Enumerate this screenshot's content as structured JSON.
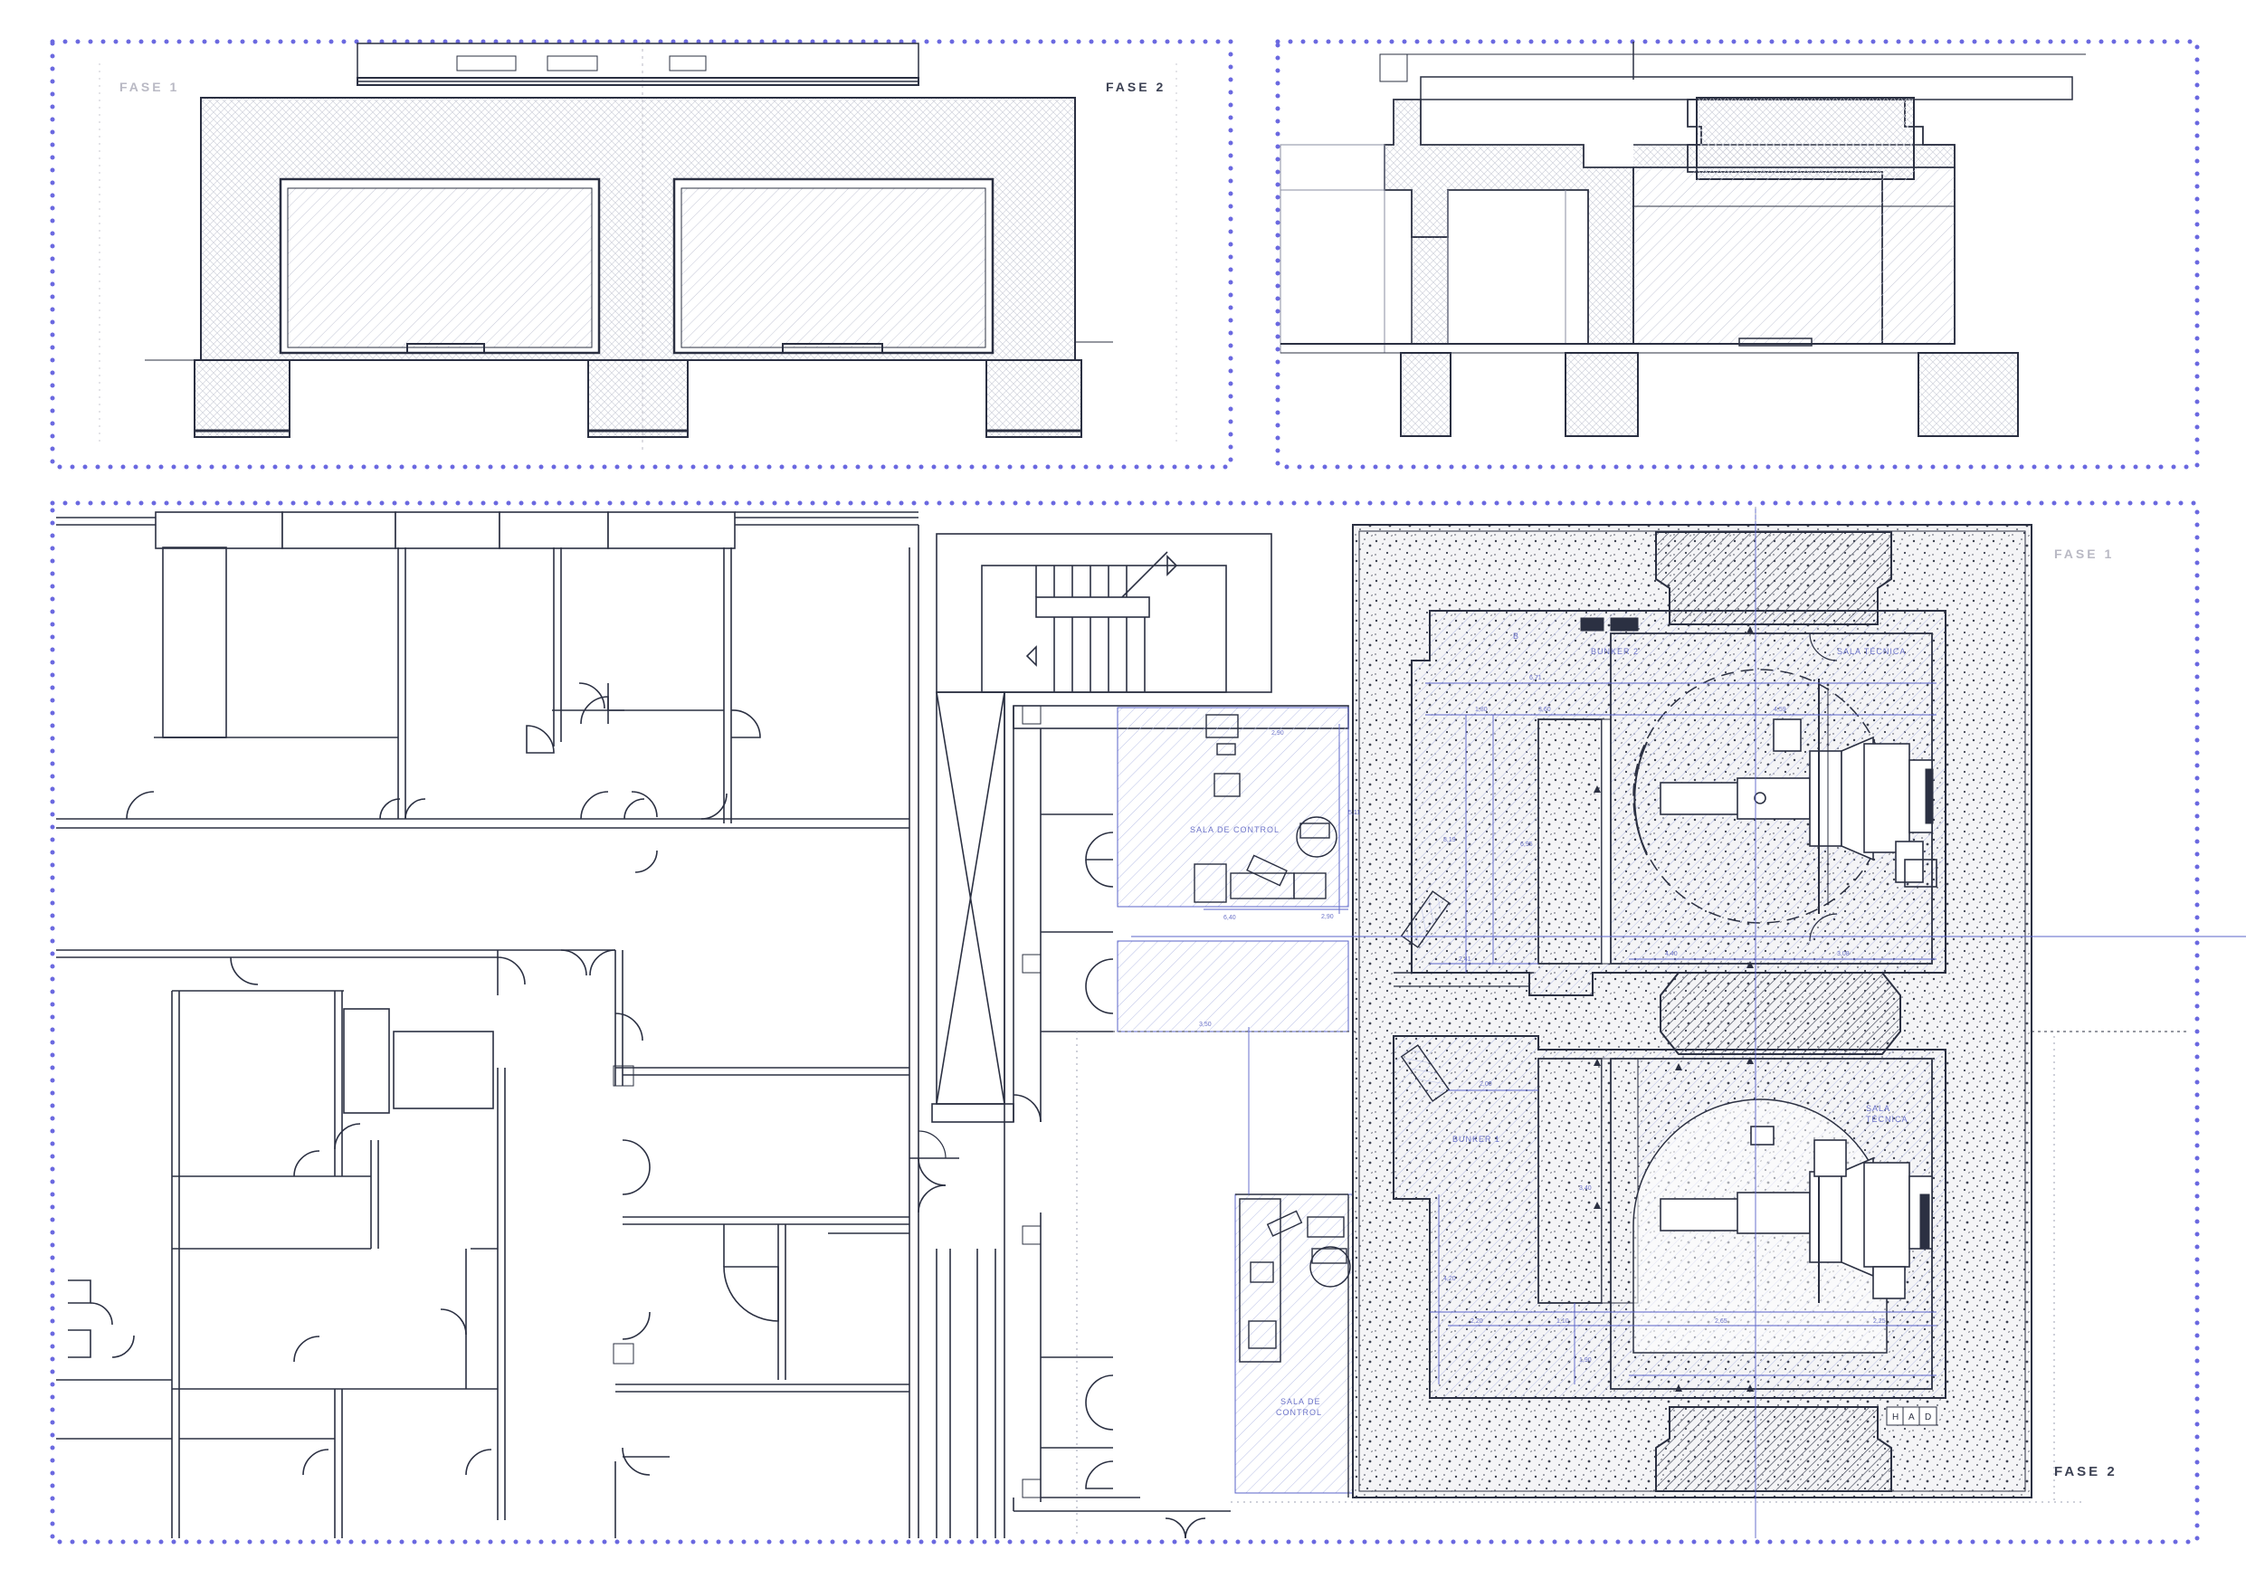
{
  "sheet": {
    "frame_color": "#6a68e0",
    "line_color": "#2b3042",
    "accent_color": "#5a63c9"
  },
  "section_left": {
    "phase_a": "FASE 1",
    "phase_b": "FASE 2"
  },
  "plan": {
    "phase_a": "FASE 1",
    "phase_b": "FASE 2",
    "rooms": {
      "bunker_2": "BUNKER 2",
      "bunker_1": "BUNKER 1",
      "sala_tecnica_top": "SALA TÉCNICA",
      "sala_tecnica_mid_1": "SALA",
      "sala_tecnica_mid_2": "TÉCNICA",
      "sala_control_top": "SALA DE CONTROL",
      "sala_control_bot_1": "SALA DE",
      "sala_control_bot_2": "CONTROL",
      "section_mark": "B"
    },
    "legend": [
      "H",
      "A",
      "D"
    ],
    "dims": [
      "6,71",
      "1,80",
      "3,60",
      "4,59",
      "2,90",
      "6,40",
      "8,19",
      "5,11",
      "6,95",
      "2,90",
      "2,41",
      "4,40",
      "3,08",
      "3,50",
      "2,00",
      "2,20",
      "1,10",
      "2,65",
      "4,20",
      "2,25",
      "1,90",
      "3,40"
    ]
  }
}
